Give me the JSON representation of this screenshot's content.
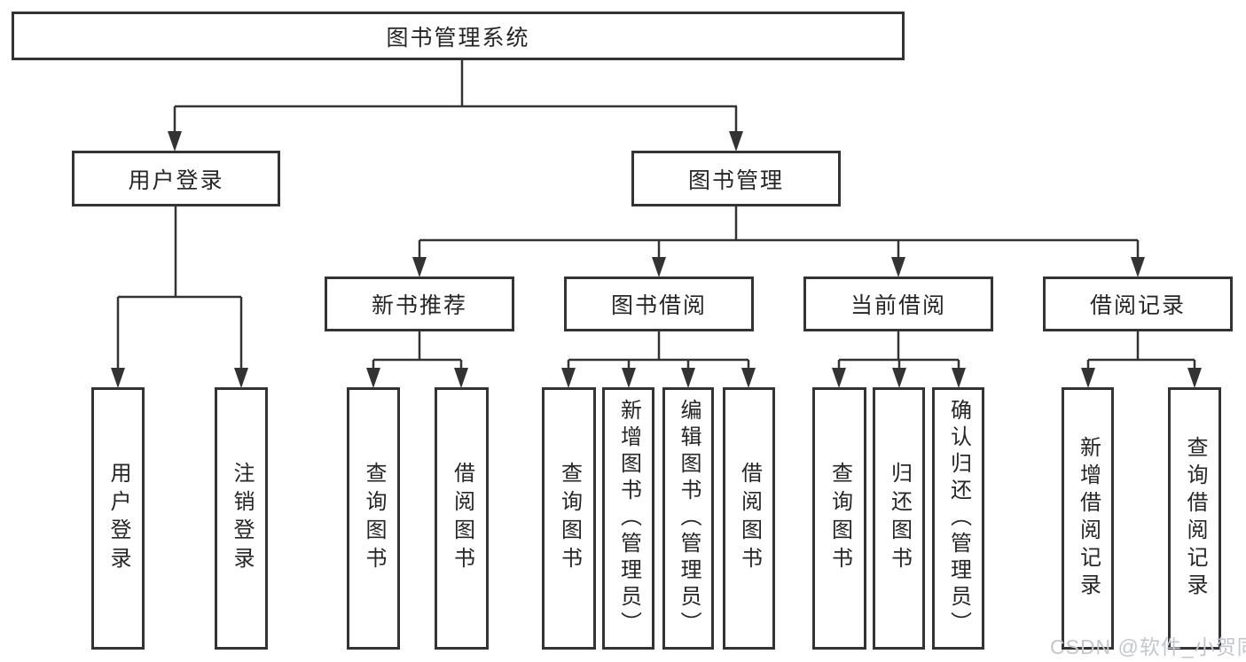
{
  "diagram": {
    "root": {
      "label": "图书管理系统"
    },
    "level2": [
      {
        "label": "用户登录"
      },
      {
        "label": "图书管理"
      }
    ],
    "level3": [
      {
        "label": "新书推荐"
      },
      {
        "label": "图书借阅"
      },
      {
        "label": "当前借阅"
      },
      {
        "label": "借阅记录"
      }
    ],
    "leaves": {
      "login": [
        "用户登录",
        "注销登录"
      ],
      "recommend": [
        "查询图书",
        "借阅图书"
      ],
      "borrow": [
        "查询图书",
        "新增图书（管理员）",
        "编辑图书（管理员）",
        "借阅图书"
      ],
      "current": [
        "查询图书",
        "归还图书",
        "确认归还（管理员）"
      ],
      "record": [
        "新增借阅记录",
        "查询借阅记录"
      ]
    }
  },
  "watermark": {
    "text": "CSDN @软件_小贺同学"
  },
  "colors": {
    "line": "#333333",
    "border": "#333333",
    "text": "#262626",
    "background": "#ffffff",
    "watermark": "#c3c6cc"
  }
}
